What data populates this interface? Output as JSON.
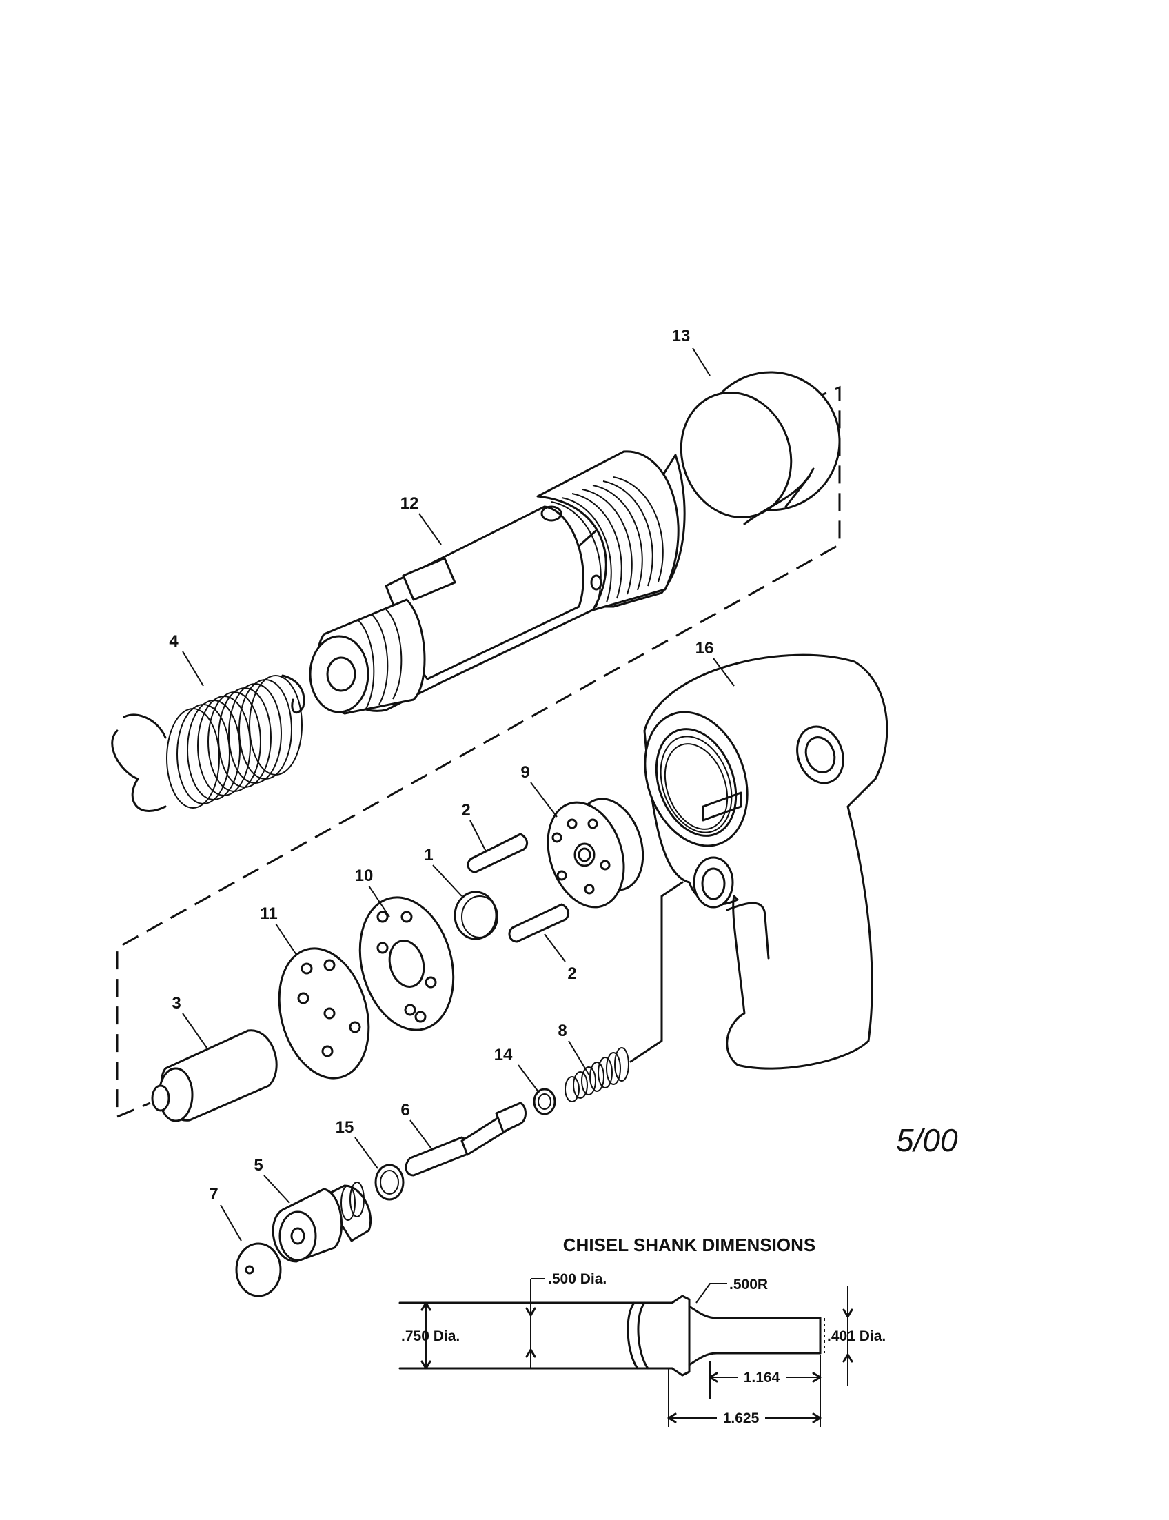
{
  "callouts": {
    "c1": "1",
    "c2a": "2",
    "c2b": "2",
    "c3": "3",
    "c4": "4",
    "c5": "5",
    "c6": "6",
    "c7": "7",
    "c8": "8",
    "c9": "9",
    "c10": "10",
    "c11": "11",
    "c12": "12",
    "c13": "13",
    "c14": "14",
    "c15": "15",
    "c16": "16"
  },
  "revision_date": "5/00",
  "shank": {
    "title": "CHISEL SHANK DIMENSIONS",
    "d500": ".500 Dia.",
    "r500": ".500R",
    "d750": ".750 Dia.",
    "d401": ".401 Dia.",
    "l1164": "1.164",
    "l1625": "1.625"
  }
}
